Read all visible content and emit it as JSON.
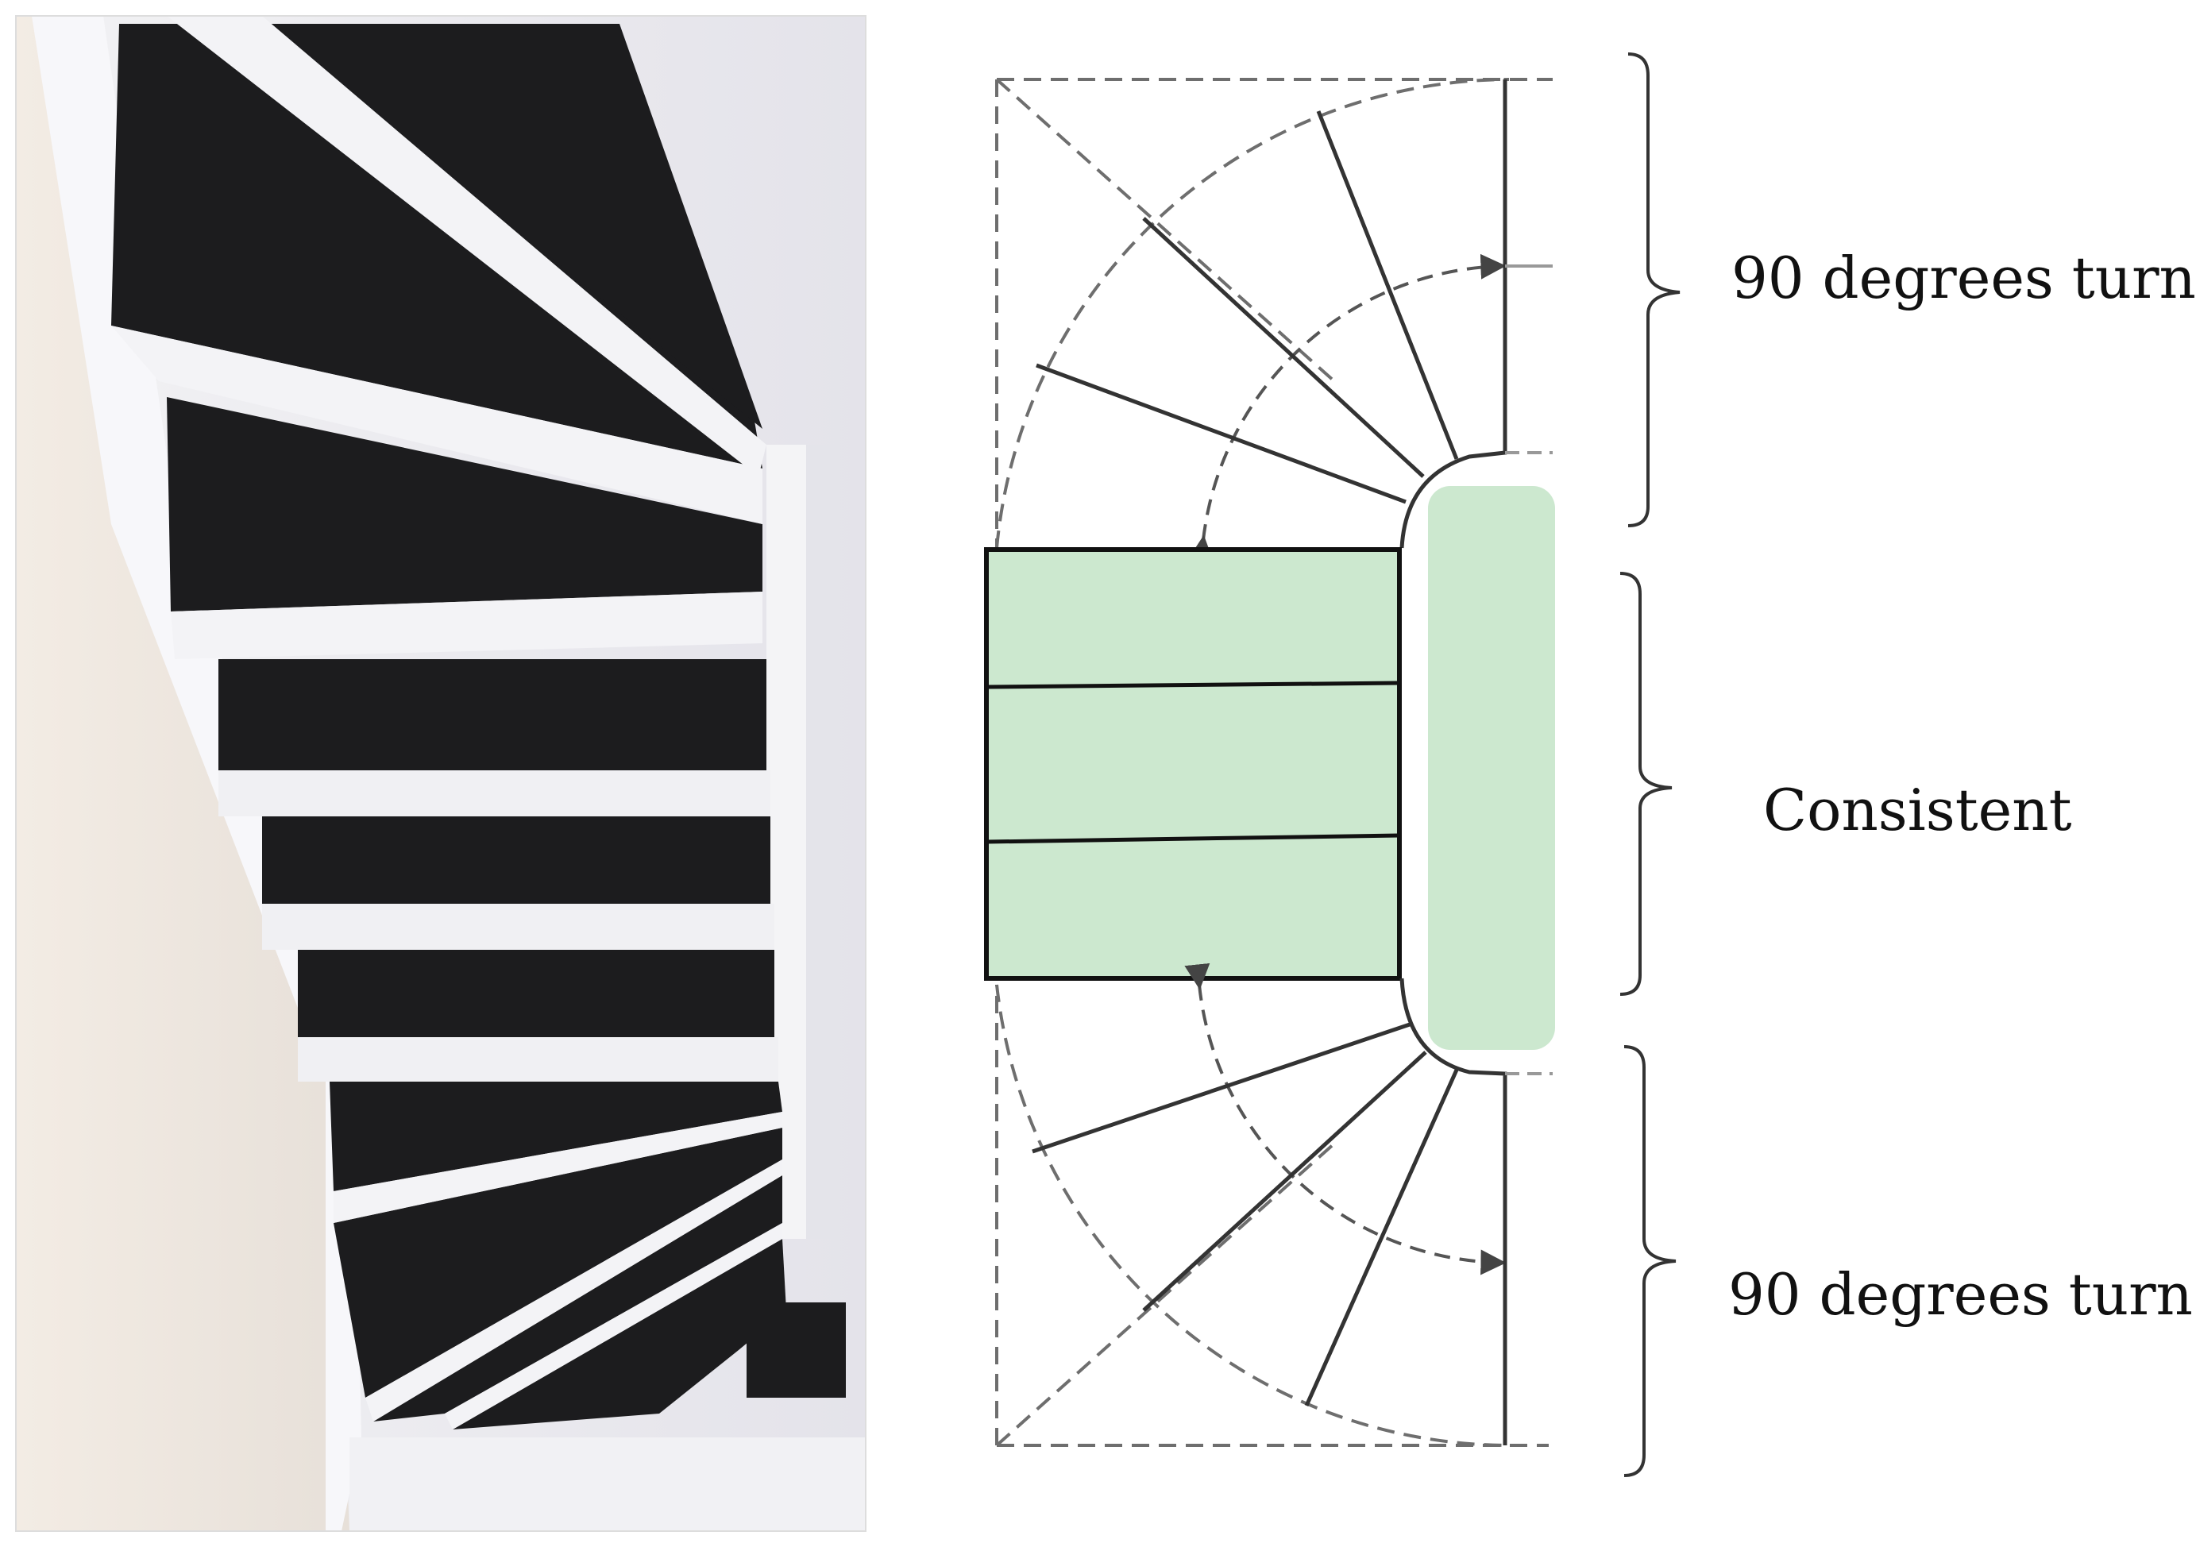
{
  "figure": {
    "photo": {
      "description_icon": "spiral-staircase-photo"
    },
    "plan": {
      "colors": {
        "highlight_fill": "#cce8cf",
        "line": "#333333",
        "dashed": "#6e6e6e"
      }
    },
    "labels": {
      "top_turn": "90 degrees turn",
      "middle": "Consistent",
      "bottom_turn": "90 degrees turn"
    }
  }
}
